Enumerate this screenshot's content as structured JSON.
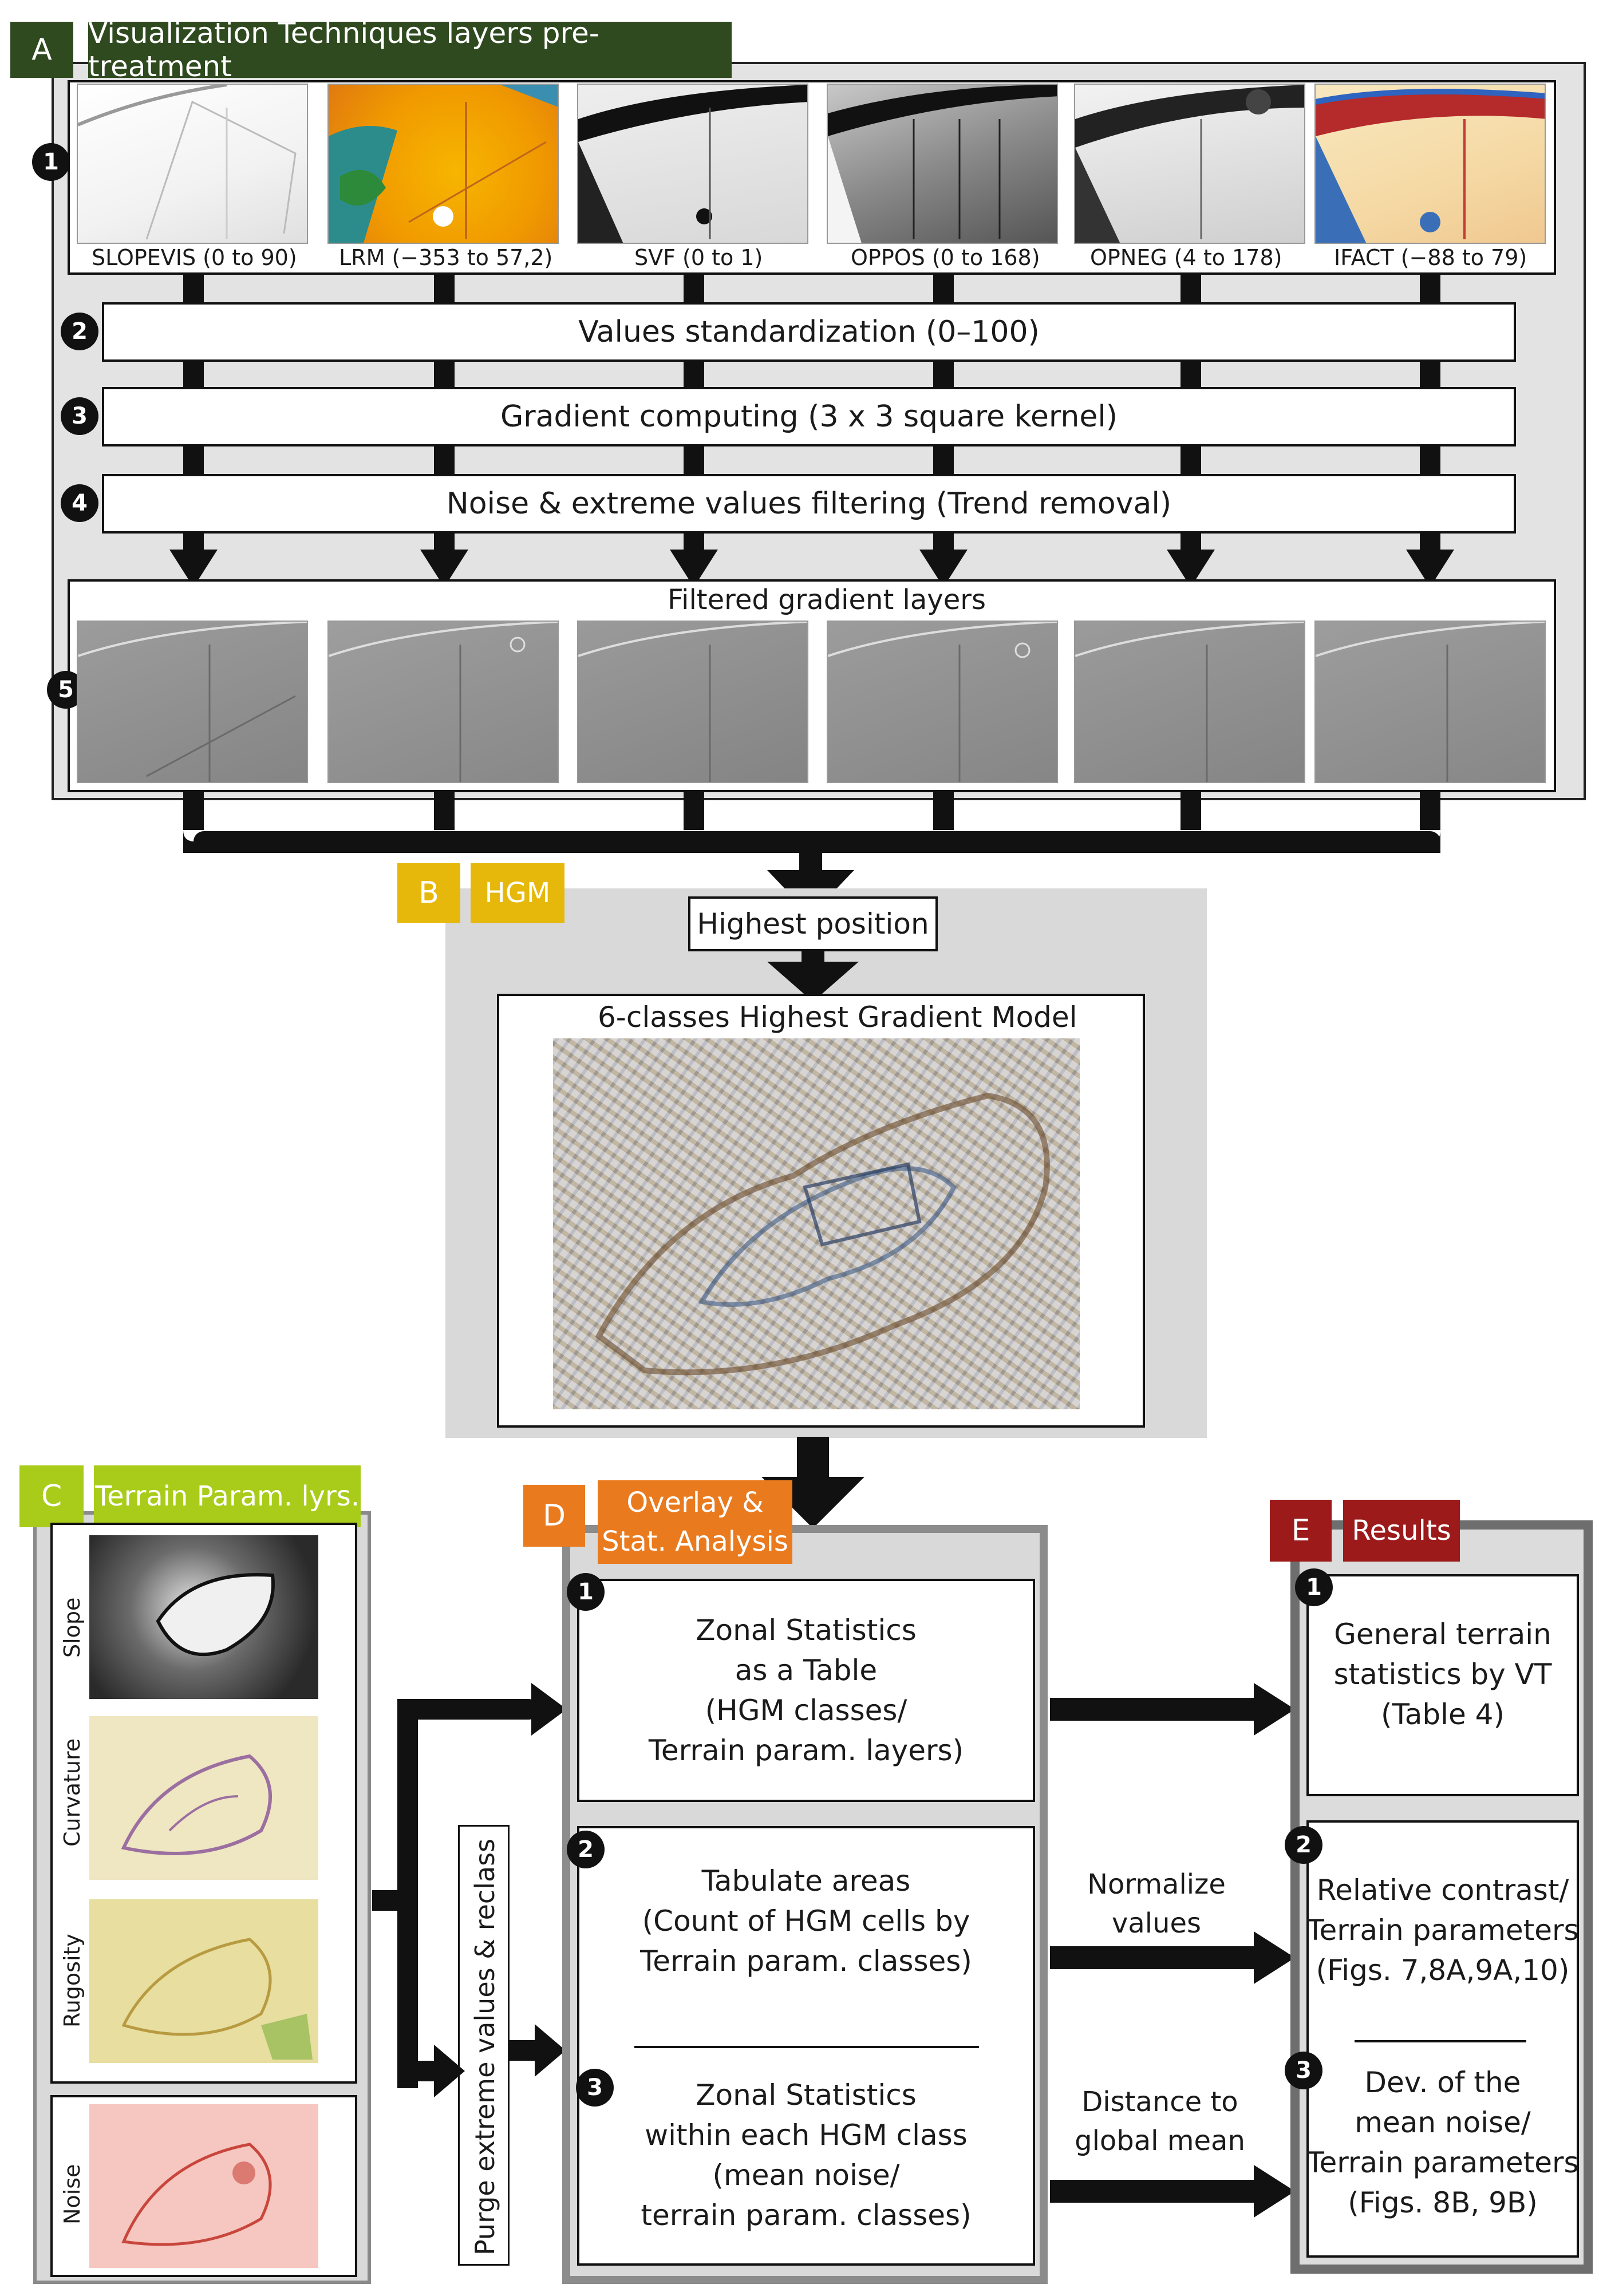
{
  "section_a": {
    "letter": "A",
    "title": "Visualization Techniques layers pre-treatment",
    "step_numbers": [
      "1",
      "2",
      "3",
      "4",
      "5"
    ],
    "layers": [
      {
        "label": "SLOPEVIS (0 to 90)"
      },
      {
        "label": "LRM (−353 to 57,2)"
      },
      {
        "label": "SVF (0 to 1)"
      },
      {
        "label": "OPPOS (0 to 168)"
      },
      {
        "label": "OPNEG (4 to 178)"
      },
      {
        "label": "IFACT (−88 to 79)"
      }
    ],
    "steps": [
      "Values standardization (0–100)",
      "Gradient computing (3 x 3 square kernel)",
      "Noise & extreme values filtering (Trend removal)"
    ],
    "filtered_title": "Filtered gradient layers"
  },
  "section_b": {
    "letter": "B",
    "title": "HGM",
    "highest_position": "Highest position",
    "model_title": "6-classes Highest Gradient Model"
  },
  "section_c": {
    "letter": "C",
    "title": "Terrain Param. lyrs.",
    "layers": [
      "Slope",
      "Curvature",
      "Rugosity",
      "Noise"
    ]
  },
  "purge_label": "Purge extreme values & reclass",
  "section_d": {
    "letter": "D",
    "title_line1": "Overlay &",
    "title_line2": "Stat. Analysis",
    "box1_lines": [
      "Zonal Statistics",
      "as a Table",
      "(HGM classes/",
      "Terrain param. layers)"
    ],
    "box2_lines": [
      "Tabulate areas",
      "(Count of HGM cells by",
      "Terrain param. classes)"
    ],
    "box3_lines": [
      "Zonal Statistics",
      "within each HGM class",
      "(mean noise/",
      "terrain param. classes)"
    ],
    "step_numbers": [
      "1",
      "2",
      "3"
    ]
  },
  "arrows": {
    "normalize_line1": "Normalize",
    "normalize_line2": "values",
    "distance_line1": "Distance to",
    "distance_line2": "global mean"
  },
  "section_e": {
    "letter": "E",
    "title": "Results",
    "box1_lines": [
      "General terrain",
      "statistics by VT",
      "(Table 4)"
    ],
    "box2_lines": [
      "Relative contrast/",
      "Terrain parameters",
      "(Figs. 7,8A,9A,10)"
    ],
    "box3_lines": [
      "Dev. of the",
      "mean noise/",
      "Terrain parameters",
      "(Figs. 8B, 9B)"
    ],
    "step_numbers": [
      "1",
      "2",
      "3"
    ]
  },
  "colors": {
    "section_a": "#2f4a1f",
    "section_b": "#e5b80b",
    "section_c": "#a9cc1a",
    "section_d": "#ea7a1e",
    "section_e": "#9c1a1a",
    "panel_grey": "#dcdcdc",
    "dark_grey": "#6e6e6e"
  }
}
